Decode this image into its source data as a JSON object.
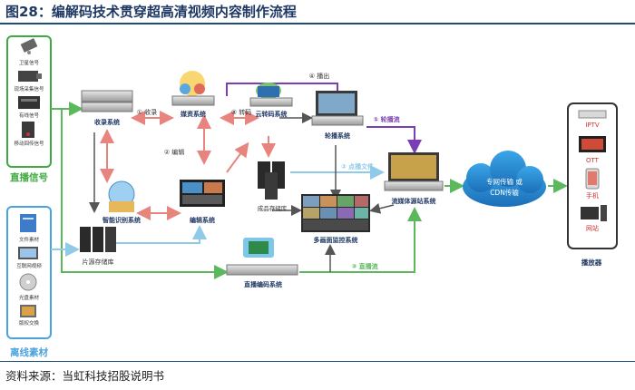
{
  "title": "图28：编解码技术贯穿超高清视频内容制作流程",
  "source": "资料来源：当虹科技招股说明书",
  "colors": {
    "title": "#1f3864",
    "arrow_green": "#5cb85c",
    "arrow_pink": "#e8847e",
    "arrow_purple": "#7a3fb5",
    "arrow_lightblue": "#8fcbe8",
    "arrow_gray": "#555555",
    "live_box": "#3fa93f",
    "offline_box": "#4aa3df",
    "cloud": "#2a8fd6"
  },
  "live_signal": {
    "label": "直播信号",
    "items": [
      "卫星信号",
      "现场采集信号",
      "有线信号",
      "移动回传信号"
    ]
  },
  "offline_material": {
    "label": "离线素材",
    "items": [
      "文件素材",
      "互联网视频",
      "光盘素材",
      "版权交换"
    ]
  },
  "nodes": {
    "collect": "收录系统",
    "media_asset": "媒资系统",
    "cloud_transcode": "云转码系统",
    "carousel": "轮播系统",
    "smart_recognition": "智能识别系统",
    "edit": "编辑系统",
    "product_storage": "成品存储库",
    "multi_monitor": "多画面监控系统",
    "source_storage": "片源存储库",
    "live_encode": "直播编码系统",
    "streaming_site": "流媒体源站系统",
    "player": "播放器"
  },
  "edges": {
    "collect": "① 收录",
    "edit": "② 编辑",
    "transcode": "③ 转码",
    "broadcast": "④ 播出",
    "carousel_stream": "① 轮播流",
    "vod_file": "② 点播文件",
    "live_stream": "③ 直播流"
  },
  "cloud": {
    "line1": "专网传输 或",
    "line2": "CDN传输"
  },
  "players": [
    "IPTV",
    "OTT",
    "手机",
    "网站"
  ]
}
